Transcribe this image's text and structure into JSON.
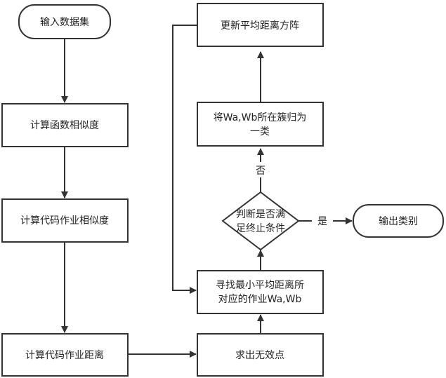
{
  "diagram": {
    "nodes": {
      "input": "输入数据集",
      "func_sim": "计算函数相似度",
      "code_sim": "计算代码作业相似度",
      "code_dist": "计算代码作业距离",
      "invalid": "求出无效点",
      "find_min": [
        "寻找最小平均距离所",
        "对应的作业Wa,Wb"
      ],
      "decision": [
        "判断是否满",
        "足终止条件"
      ],
      "merge": [
        "将Wa,Wb所在簇归为",
        "一类"
      ],
      "update": "更新平均距离方阵",
      "output": "输出类别"
    },
    "edges": {
      "no": "否",
      "yes": "是"
    }
  }
}
